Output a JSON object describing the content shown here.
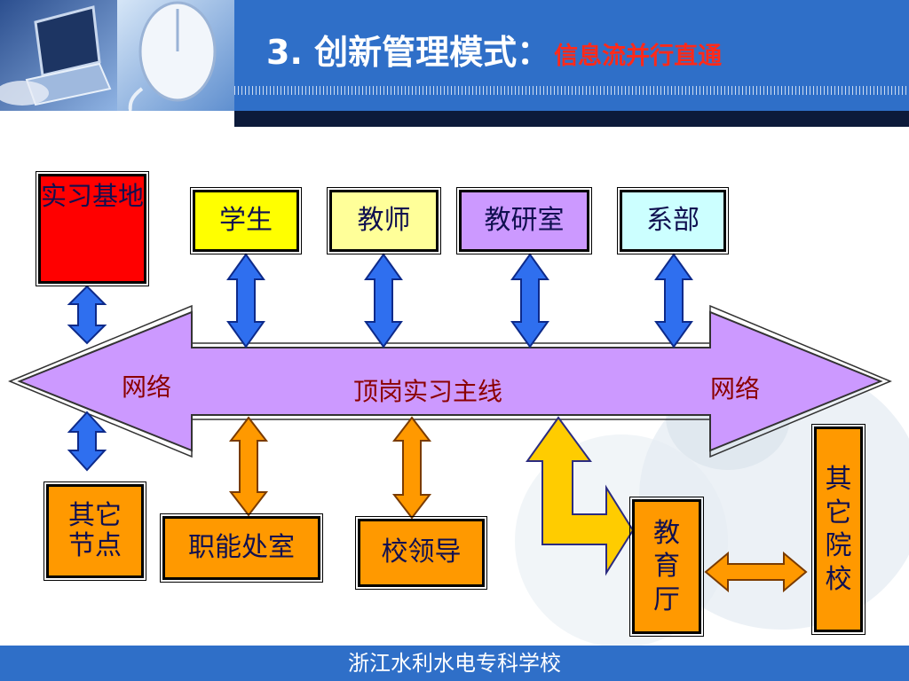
{
  "header": {
    "title": "3. 创新管理模式：",
    "subtitle": "信息流并行直通"
  },
  "colors": {
    "header_blue": "#2f6fc8",
    "spine_fill": "#cc99ff",
    "arrow_blue": "#2f6fef",
    "arrow_orange": "#ff9900",
    "arrow_gold": "#ffcc00",
    "box_red": "#ff0000",
    "box_yellow": "#ffff00",
    "box_lightyellow": "#ffff99",
    "box_lavender": "#cc99ff",
    "box_lightcyan": "#ccffff",
    "box_orange": "#ff9900",
    "title_red": "#ff2a1a"
  },
  "diagram": {
    "spine_label": "顶岗实习主线",
    "network_left": "网络",
    "network_right": "网络",
    "top_nodes": [
      {
        "label": "实习基地"
      },
      {
        "label": "学生"
      },
      {
        "label": "教师"
      },
      {
        "label": "教研室"
      },
      {
        "label": "系部"
      }
    ],
    "bottom_nodes": [
      {
        "label": "其它节点"
      },
      {
        "label": "职能处室"
      },
      {
        "label": "校领导"
      },
      {
        "label": "教育厅"
      },
      {
        "label": "其它院校"
      }
    ]
  },
  "footer": {
    "school": "浙江水利水电专科学校"
  }
}
